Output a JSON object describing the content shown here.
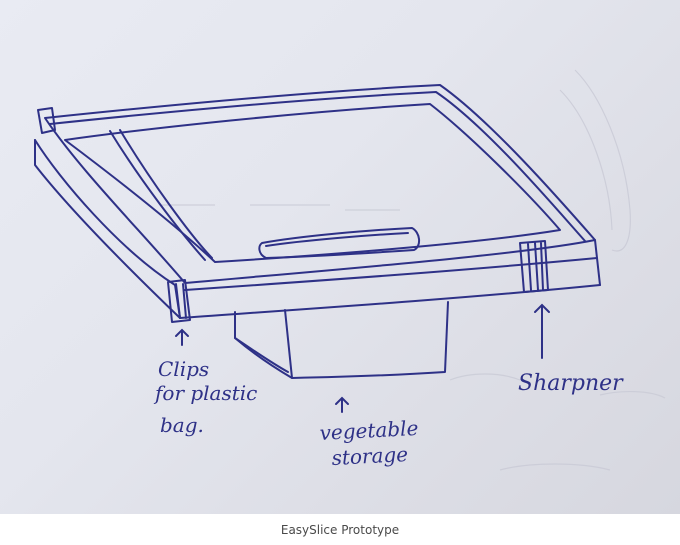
{
  "labels": {
    "clips_line1": "Clips",
    "clips_line2": "for plastic",
    "clips_line3": "bag.",
    "storage_line1": "vegetable",
    "storage_line2": "storage",
    "sharpener": "Sharpner"
  },
  "caption": "EasySlice Prototype",
  "colors": {
    "ink": "#2e3187",
    "paper": "#e6e8f0",
    "caption_text": "#4a4a4a"
  }
}
